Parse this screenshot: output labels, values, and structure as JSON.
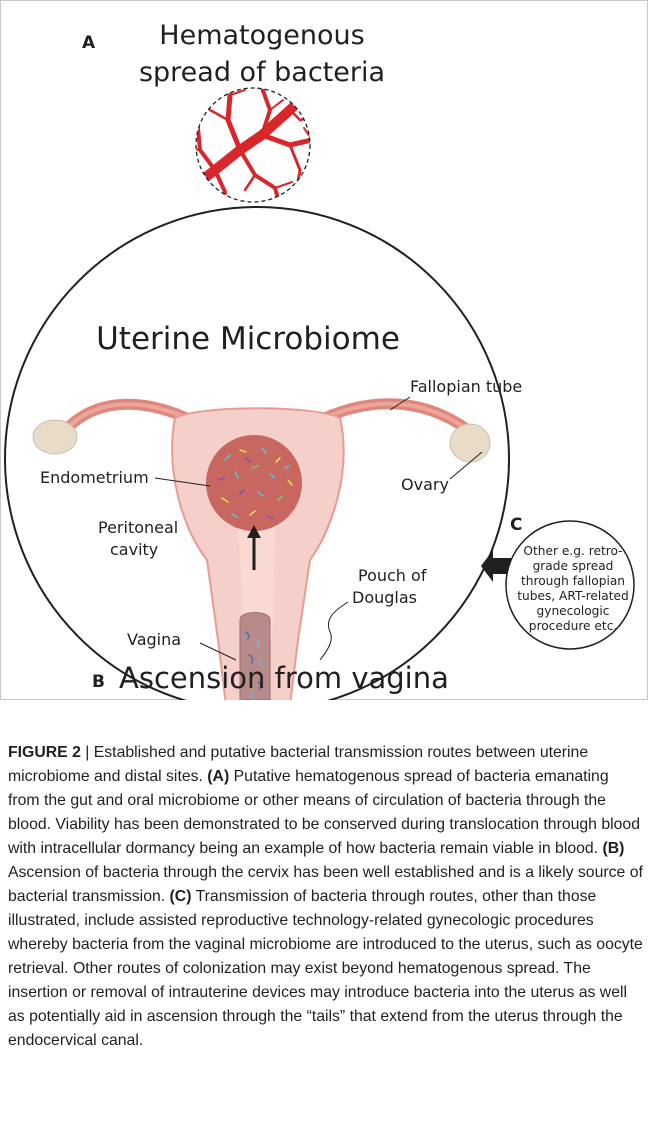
{
  "panel_a": {
    "letter": "A",
    "title_line1": "Hematogenous",
    "title_line2": "spread of bacteria"
  },
  "main": {
    "title": "Uterine Microbiome",
    "labels": {
      "fallopian_tube": "Fallopian tube",
      "endometrium": "Endometrium",
      "ovary": "Ovary",
      "peritoneal_line1": "Peritoneal",
      "peritoneal_line2": "cavity",
      "pouch_line1": "Pouch of",
      "pouch_line2": "Douglas",
      "vagina": "Vagina"
    }
  },
  "panel_b": {
    "letter": "B",
    "title": "Ascension from vagina"
  },
  "panel_c": {
    "letter": "C",
    "lines": [
      "Other e.g. retro-",
      "grade spread",
      "through fallopian",
      "tubes, ART-related",
      "gynecologic",
      "procedure etc."
    ]
  },
  "caption": {
    "figure_label": "FIGURE 2",
    "separator": " | ",
    "intro": "Established and putative bacterial transmission routes between uterine microbiome and distal sites. ",
    "a_label": "(A)",
    "a_text": " Putative hematogenous spread of bacteria emanating from the gut and oral microbiome or other means of circulation of bacteria through the blood. Viability has been demonstrated to be conserved during translocation through blood with intracellular dormancy being an example of how bacteria remain viable in blood. ",
    "b_label": "(B)",
    "b_text": " Ascension of bacteria through the cervix has been well established and is a likely source of bacterial transmission. ",
    "c_label": "(C)",
    "c_text": " Transmission of bacteria through routes, other than those illustrated, include assisted reproductive technology-related gynecologic procedures whereby bacteria from the vaginal microbiome are introduced to the uterus, such as oocyte retrieval. Other routes of colonization may exist beyond hematogenous spread. The insertion or removal of intrauterine devices may introduce bacteria into the uterus as well as potentially aid in ascension through the “tails” that extend from the uterus through the endocervical canal."
  },
  "colors": {
    "vessel_red": "#d8262b",
    "uterus_fill": "#f5cfc9",
    "uterus_stroke": "#e79c93",
    "tube_color": "#e0877d",
    "endometrium": "#c8675f",
    "ovary_fill": "#e8dcc8",
    "vagina_fill": "#b98a8a"
  }
}
